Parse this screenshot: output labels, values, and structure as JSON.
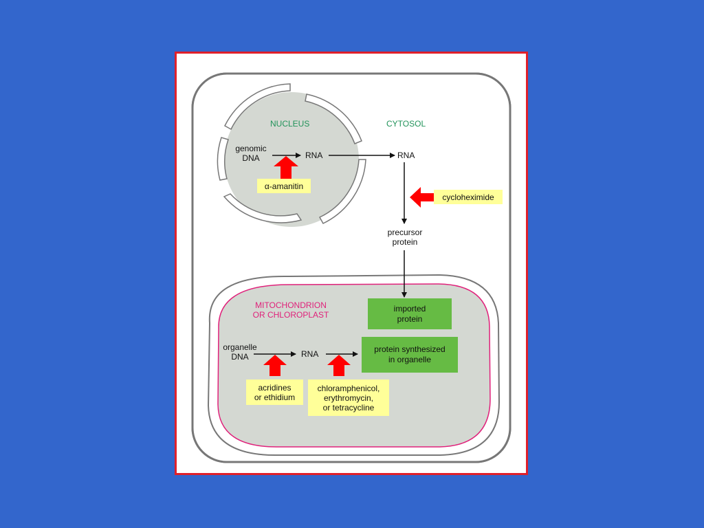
{
  "compartments": {
    "nucleus": "NUCLEUS",
    "cytosol": "CYTOSOL",
    "organelle_line1": "MITOCHONDRION",
    "organelle_line2": "OR CHLOROPLAST"
  },
  "nodes": {
    "genomic_dna_line1": "genomic",
    "genomic_dna_line2": "DNA",
    "nuclear_rna": "RNA",
    "cytosol_rna": "RNA",
    "precursor_line1": "precursor",
    "precursor_line2": "protein",
    "organelle_dna_line1": "organelle",
    "organelle_dna_line2": "DNA",
    "organelle_rna": "RNA",
    "imported_line1": "imported",
    "imported_line2": "protein",
    "synth_line1": "protein synthesized",
    "synth_line2": "in organelle"
  },
  "inhibitors": {
    "amanitin": "α-amanitin",
    "cycloheximide": "cycloheximide",
    "acridines_line1": "acridines",
    "acridines_line2": "or ethidium",
    "antibiotics_line1": "chloramphenicol,",
    "antibiotics_line2": "erythromycin,",
    "antibiotics_line3": "or tetracycline"
  },
  "colors": {
    "background": "#3366cc",
    "frame_border": "#e0202a",
    "compartment_fill": "#d4d8d2",
    "inhibitor_box": "#ffff99",
    "protein_box": "#66bb44",
    "inhibitor_arrow": "#ff0000",
    "compartment_label": "#22935a",
    "organelle_label": "#e0207a"
  }
}
